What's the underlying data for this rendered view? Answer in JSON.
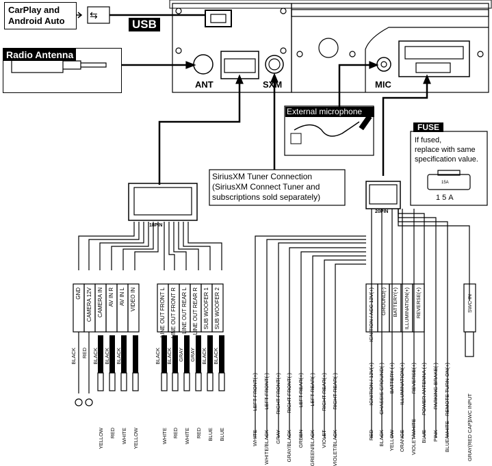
{
  "labels": {
    "carplay": "CarPlay and\nAndroid Auto",
    "usb": "USB",
    "radio_antenna": "Radio Antenna",
    "ant": "ANT",
    "sxm": "SXM",
    "mic": "MIC",
    "external_mic": "External microphone",
    "fuse_title": "FUSE",
    "fuse_text": "If fused,\nreplace with same\nspecification value.",
    "fuse_rating": "15A",
    "fuse_small": "15A",
    "sirius": "SiriusXM Tuner Connection\n(SiriusXM Connect Tuner and\nsubscriptions sold separately)",
    "pin18": "18PIN",
    "pin20": "20PIN"
  },
  "left_harness": {
    "pins": [
      "GND",
      "CAMERA 12V",
      "CAMERA IN",
      "AV IN R",
      "AV IN L",
      "VIDEO IN",
      "LINE OUT FRONT L",
      "LINE OUT FRONT R",
      "LINE OUT REAR L",
      "LINE OUT REAR R",
      "SUB WOOFER 1",
      "SUB WOOFER 2"
    ],
    "ground_colors": [
      "BLACK",
      "RED",
      "BLACK",
      "BLACK",
      "BLACK",
      "",
      "BLACK",
      "BLACK",
      "GRAY",
      "GRAY",
      "BLACK",
      "BLACK"
    ],
    "plug_colors": [
      "",
      "",
      "YELLOW",
      "RED",
      "WHITE",
      "YELLOW",
      "WHITE",
      "RED",
      "WHITE",
      "RED",
      "BLUE",
      "BLUE"
    ]
  },
  "right_harness": {
    "speaker_wires": [
      {
        "function": "LEFT FRONT(+)",
        "color": "WHITE"
      },
      {
        "function": "LEFT FRONT(-)",
        "color": "WHITE/BLACK"
      },
      {
        "function": "RIGHT FRONT(+)",
        "color": "GRAY"
      },
      {
        "function": "RIGHT FRONT(-)",
        "color": "GRAY/BLACK"
      },
      {
        "function": "LEFT REAR(+)",
        "color": "GREEN"
      },
      {
        "function": "LEFT REAR(-)",
        "color": "GREEN/BLACK"
      },
      {
        "function": "RIGHT REAR(+)",
        "color": "VIOLET"
      },
      {
        "function": "RIGHT REAR(-)",
        "color": "VIOLET/BLACK"
      }
    ],
    "box_labels": [
      "IGNITION / ACC 12V(+)",
      "GROUND(-)",
      "BATTERY(+)",
      "ILLUMINATION(+)",
      "REVERSE(+)"
    ],
    "swc_label": "SWC IN",
    "power_wires": [
      {
        "function": "IGNITION / 12V(+)",
        "color": "RED"
      },
      {
        "function": "CHASSIS GROUND(-)",
        "color": "BLACK"
      },
      {
        "function": "BATTERY (+)",
        "color": "YELLOW"
      },
      {
        "function": "ILLUMINATION(+)",
        "color": "ORANGE"
      },
      {
        "function": "REVERSE(+)",
        "color": "VIOLET/WHITE"
      },
      {
        "function": "POWER ANTENNA (+)",
        "color": "BLUE"
      },
      {
        "function": "PARKING BRAKE(-)",
        "color": "PINK"
      },
      {
        "function": "REMOTE TURN-ON(+)",
        "color": "BLUE/WHITE"
      },
      {
        "function": "SWC INPUT",
        "color": "GRAY(RED CAP)"
      }
    ]
  }
}
